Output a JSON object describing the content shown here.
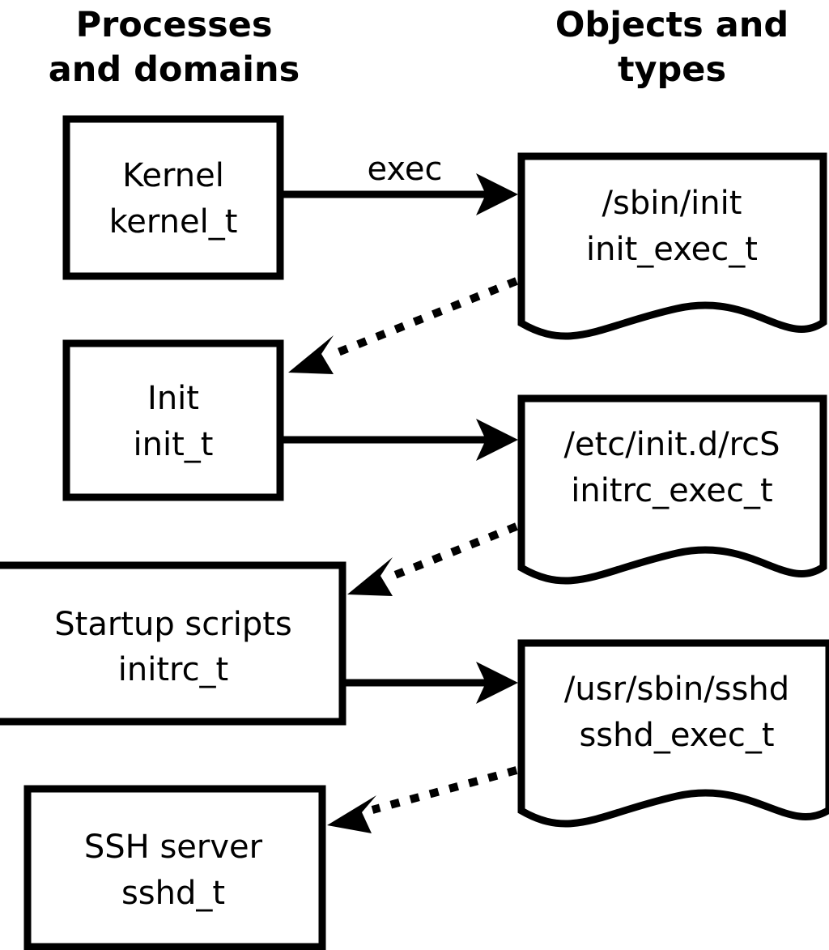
{
  "diagram": {
    "title_left": "Processes\nand domains",
    "columns": [
      {
        "id": "processes",
        "line1": "Processes",
        "line2": "and domains"
      },
      {
        "id": "objects",
        "line1": "Objects and",
        "line2": "types"
      }
    ],
    "accent_color": "#000000",
    "background_color": "#ffffff",
    "process_nodes": [
      {
        "id": "kernel",
        "line1": "Kernel",
        "line2": "kernel_t"
      },
      {
        "id": "init",
        "line1": "Init",
        "line2": "init_t"
      },
      {
        "id": "startup-scripts",
        "line1": "Startup scripts",
        "line2": "initrc_t"
      },
      {
        "id": "ssh-server",
        "line1": "SSH server",
        "line2": "sshd_t"
      }
    ],
    "object_nodes": [
      {
        "id": "sbin-init",
        "line1": "/sbin/init",
        "line2": "init_exec_t"
      },
      {
        "id": "etc-initd-rcs",
        "line1": "/etc/init.d/rcS",
        "line2": "initrc_exec_t"
      },
      {
        "id": "usr-sbin-sshd",
        "line1": "/usr/sbin/sshd",
        "line2": "sshd_exec_t"
      }
    ],
    "edges": [
      {
        "id": "kernel-to-sbin-init",
        "from": "kernel",
        "to": "sbin-init",
        "style": "solid",
        "label": "exec"
      },
      {
        "id": "sbin-init-to-init",
        "from": "sbin-init",
        "to": "init",
        "style": "dotted",
        "label": ""
      },
      {
        "id": "init-to-rcs",
        "from": "init",
        "to": "etc-initd-rcs",
        "style": "solid",
        "label": ""
      },
      {
        "id": "rcs-to-startup-scripts",
        "from": "etc-initd-rcs",
        "to": "startup-scripts",
        "style": "dotted",
        "label": ""
      },
      {
        "id": "startup-scripts-to-sshd",
        "from": "startup-scripts",
        "to": "usr-sbin-sshd",
        "style": "solid",
        "label": ""
      },
      {
        "id": "sshd-to-ssh-server",
        "from": "usr-sbin-sshd",
        "to": "ssh-server",
        "style": "dotted",
        "label": ""
      }
    ]
  }
}
